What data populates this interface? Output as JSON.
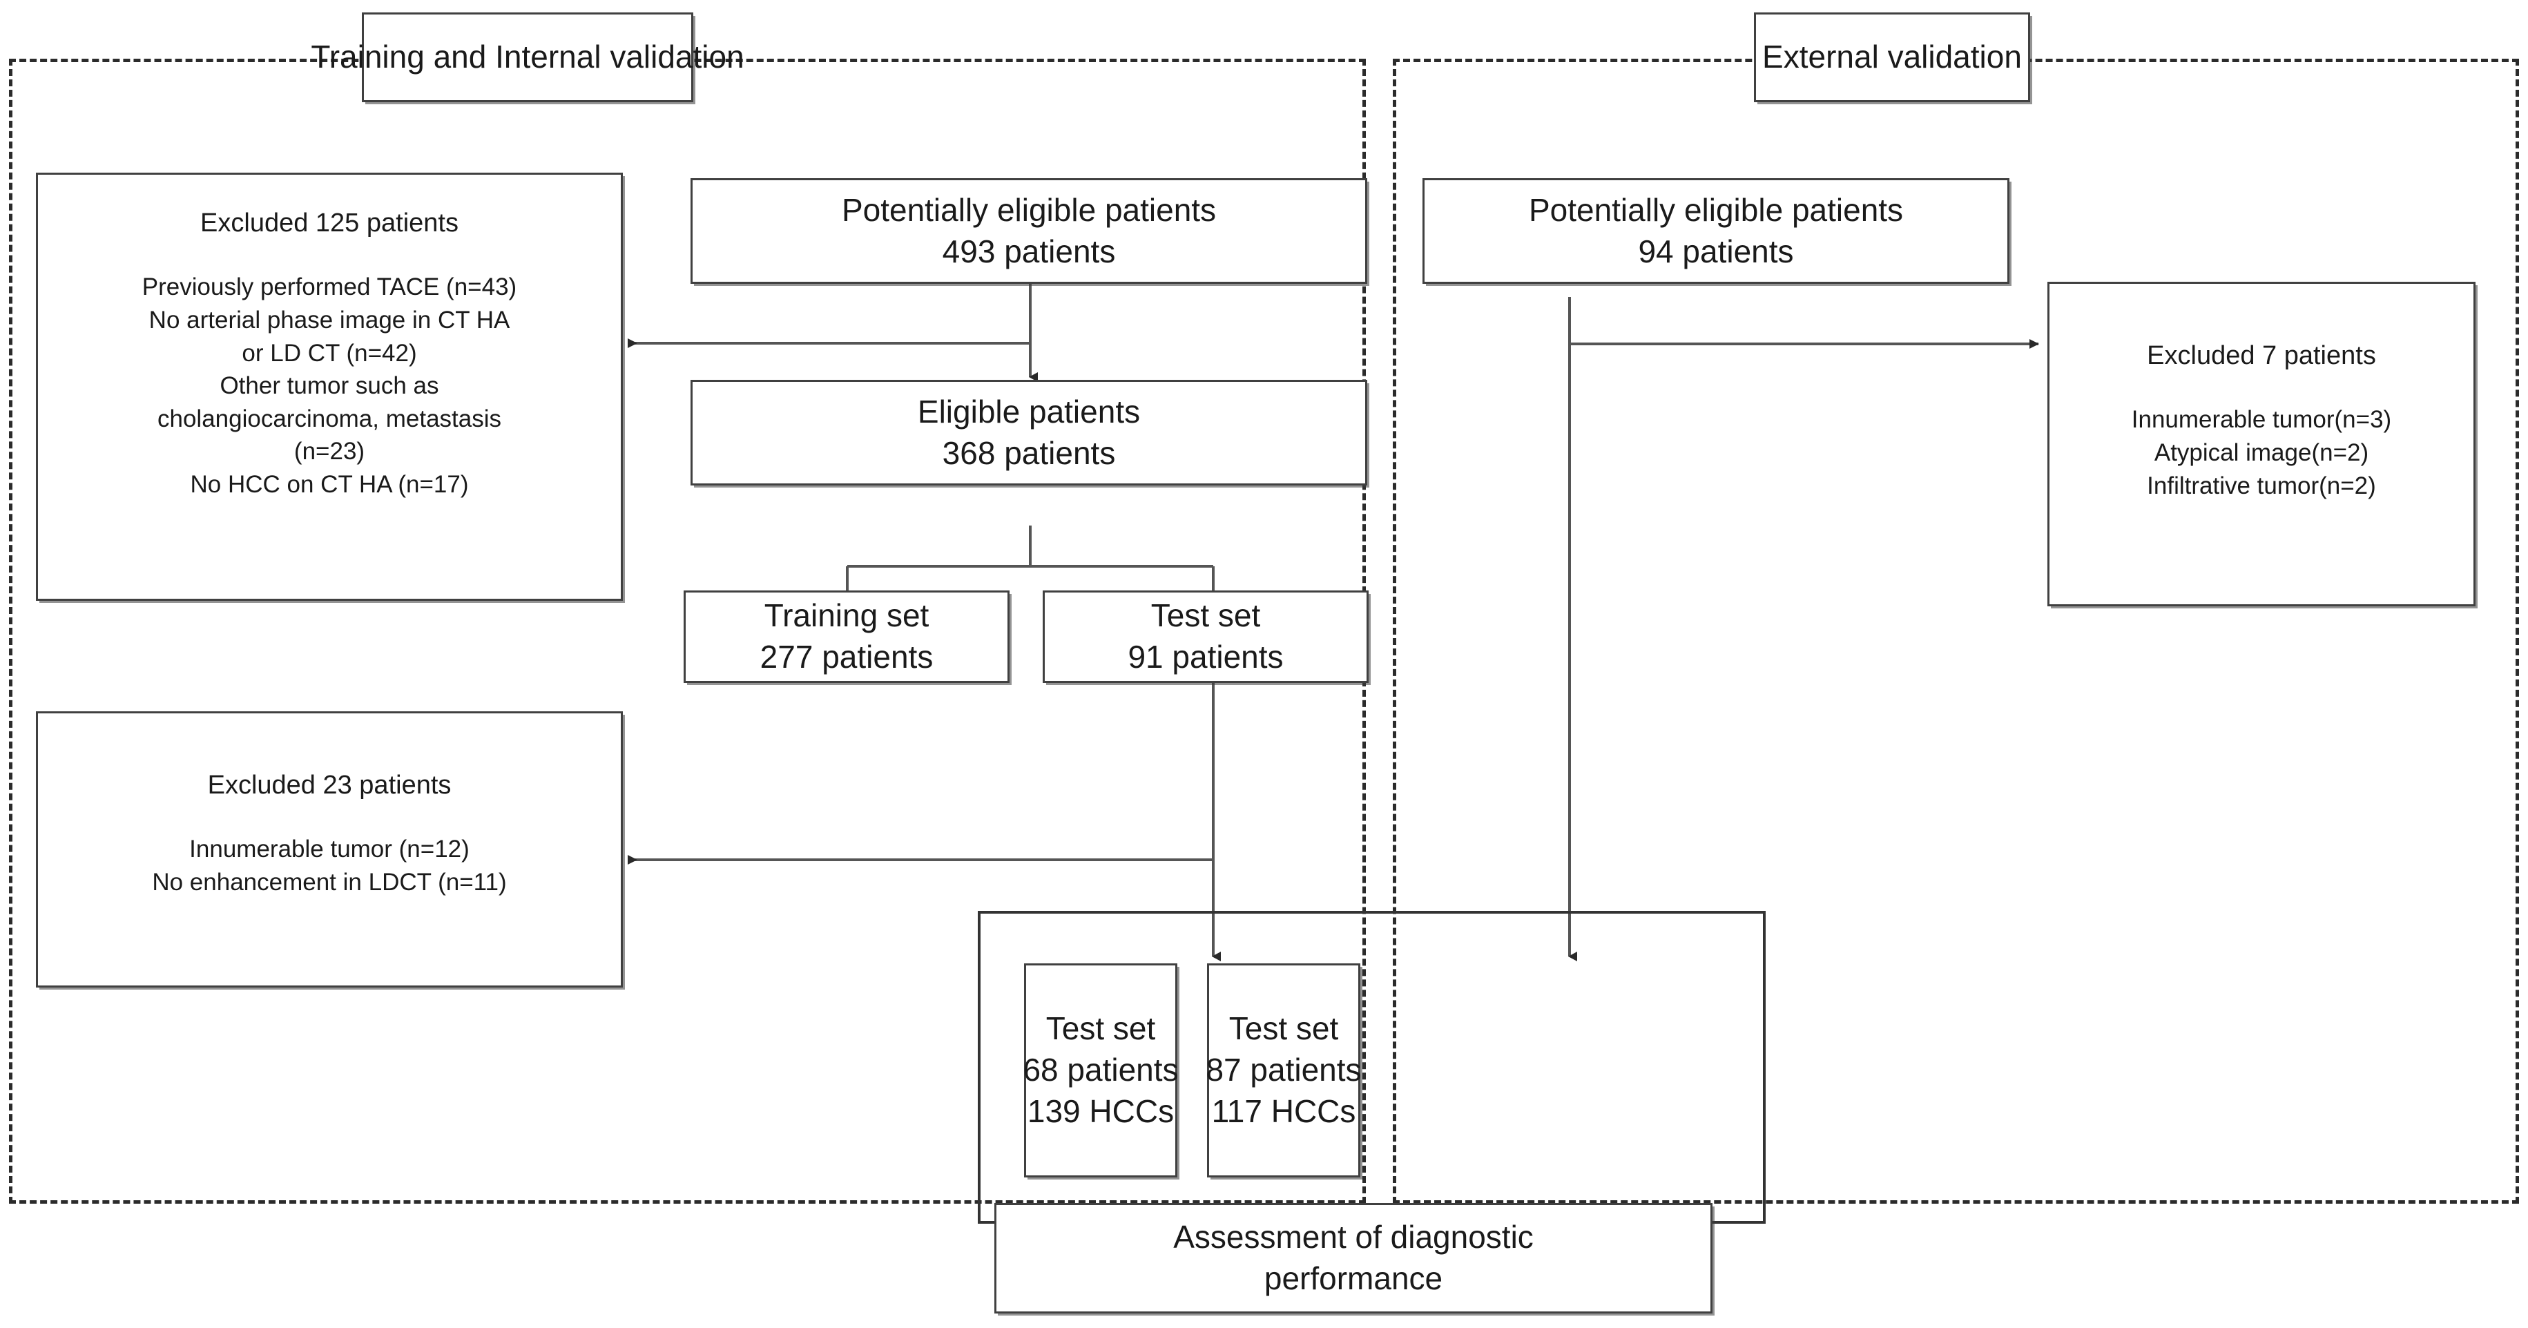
{
  "figure": {
    "kind": "study-flow-diagram",
    "panels": [
      {
        "id": "left",
        "label": "Training and Internal validation"
      },
      {
        "id": "right",
        "label": "External validation"
      }
    ]
  },
  "titles": {
    "left_panel": "Training and Internal validation",
    "right_panel": "External validation"
  },
  "left_flow": {
    "potentially_eligible": {
      "line1": "Potentially eligible patients",
      "line2": "493 patients"
    },
    "eligible": {
      "line1": "Eligible patients",
      "line2": "368 patients"
    },
    "training_set": {
      "line1": "Training set",
      "line2": "277 patients"
    },
    "test_set": {
      "line1": "Test set",
      "line2": "91 patients"
    },
    "final_test_set": {
      "line1": "Test set",
      "line2": "68 patients",
      "line3": "139 HCCs"
    }
  },
  "right_flow": {
    "potentially_eligible": {
      "line1": "Potentially eligible patients",
      "line2": "94 patients"
    },
    "final_test_set": {
      "line1": "Test set",
      "line2": "87 patients",
      "line3": "117 HCCs"
    }
  },
  "exclusions": {
    "left_top": {
      "heading": "Excluded 125 patients",
      "reasons": [
        "Previously performed TACE (n=43)",
        "No arterial phase image in CT HA",
        "or LD CT (n=42)",
        "Other tumor such as",
        "cholangiocarcinoma, metastasis",
        "(n=23)",
        "No HCC on CT HA (n=17)"
      ]
    },
    "left_bottom": {
      "heading": "Excluded 23 patients",
      "reasons": [
        "Innumerable tumor (n=12)",
        "No enhancement in LDCT (n=11)"
      ]
    },
    "right_top": {
      "heading": "Excluded 7 patients",
      "reasons": [
        "Innumerable tumor(n=3)",
        "Atypical image(n=2)",
        "Infiltrative tumor(n=2)"
      ]
    }
  },
  "assessment": {
    "line1": "Assessment of diagnostic",
    "line2": "performance"
  },
  "colors": {
    "background": "#ffffff",
    "text": "#1a1a1a",
    "box_border": "#404040",
    "panel_border": "#2b2b2b",
    "connector": "#555555"
  }
}
